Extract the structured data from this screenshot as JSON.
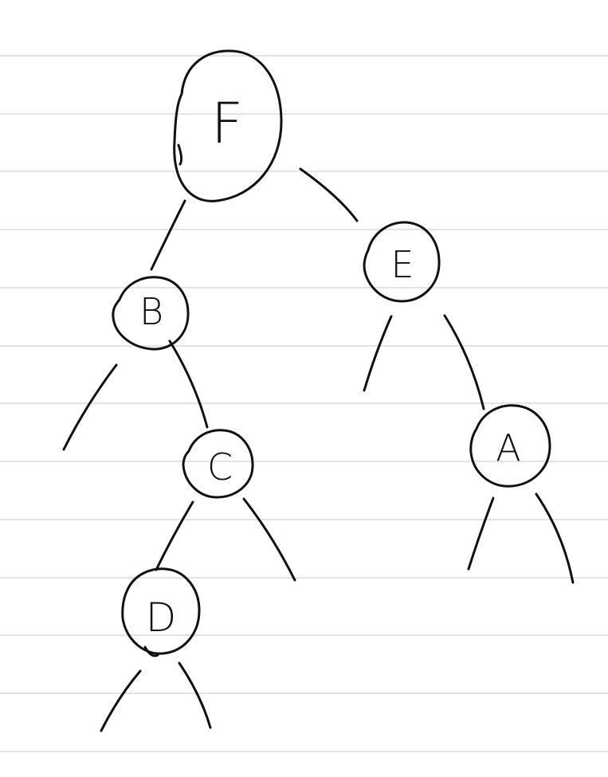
{
  "tree": {
    "root": "F",
    "nodes": [
      {
        "id": "F",
        "label": "F",
        "left": "B",
        "right": "E"
      },
      {
        "id": "B",
        "label": "B",
        "left": null,
        "right": "C"
      },
      {
        "id": "E",
        "label": "E",
        "left": null,
        "right": "A"
      },
      {
        "id": "C",
        "label": "C",
        "left": "D",
        "right": null
      },
      {
        "id": "A",
        "label": "A",
        "left": null,
        "right": null
      },
      {
        "id": "D",
        "label": "D",
        "left": null,
        "right": null
      }
    ]
  },
  "colors": {
    "ink": "#111111",
    "rule_lines": "#e3e3e3",
    "paper": "#ffffff"
  }
}
